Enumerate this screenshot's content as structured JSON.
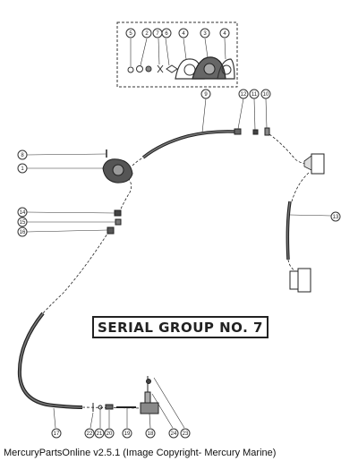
{
  "diagram": {
    "banner": "SERIAL GROUP NO. 7",
    "footer": "MercuryPartsOnline v2.5.1 (Image Copyright- Mercury Marine)",
    "callouts": {
      "inset": [
        "5",
        "2",
        "7",
        "6",
        "4",
        "3",
        "4"
      ],
      "c9": "9",
      "c12": "12",
      "c11": "11",
      "c10": "10",
      "c8": "8",
      "c1": "1",
      "c13": "13",
      "c14": "14",
      "c15": "15",
      "c16": "16",
      "c17": "17",
      "c22": "22",
      "c21": "21",
      "c20": "20",
      "c19": "19",
      "c18": "18",
      "c24": "24",
      "c23": "23"
    }
  }
}
